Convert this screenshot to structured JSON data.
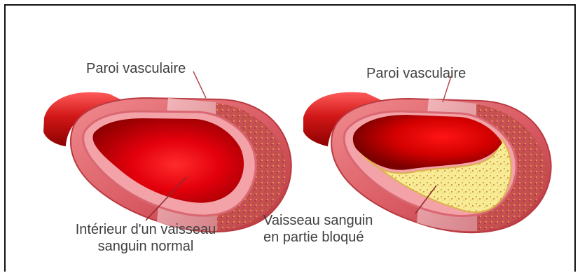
{
  "left_panel": {
    "top_label": "Paroi vasculaire",
    "bottom_label_line1": "Intérieur d'un vaisseau",
    "bottom_label_line2": "sanguin normal"
  },
  "right_panel": {
    "top_label": "Paroi vasculaire",
    "bottom_label_line1": "Vaisseau sanguin",
    "bottom_label_line2": "en partie bloqué"
  },
  "colors": {
    "outer_wall": "#d7525b",
    "inner_wall": "#f0a0a8",
    "lumen_dark": "#8f0008",
    "lumen_mid": "#c8000f",
    "lumen_light": "#ff1e1e",
    "plaque": "#f3e684",
    "plaque_border": "#e2c24e",
    "cut_face": "#e7b2b6",
    "texture": "#b06d20"
  }
}
